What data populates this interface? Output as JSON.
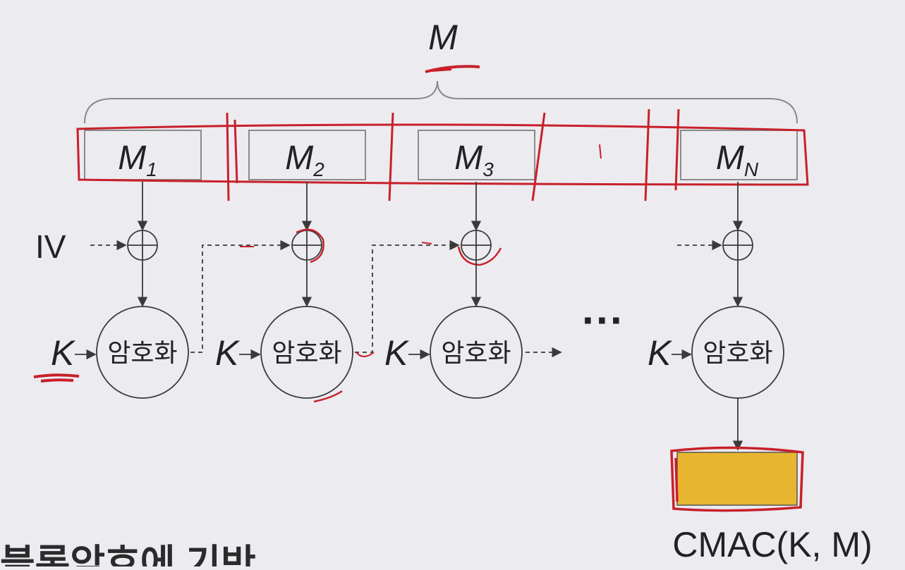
{
  "diagram": {
    "message_label": "M",
    "blocks": [
      {
        "base": "M",
        "sub": "1"
      },
      {
        "base": "M",
        "sub": "2"
      },
      {
        "base": "M",
        "sub": "3"
      },
      {
        "base": "M",
        "sub": "N"
      }
    ],
    "iv_label": "IV",
    "key_label": "K",
    "encrypt_label": "암호화",
    "ellipsis": "···",
    "output_label": "CMAC(K, M)",
    "bottom_text": "블록암호에 기반"
  },
  "colors": {
    "background": "#ecebf0",
    "ink": "#3a3a3a",
    "annotation": "#c8202a",
    "output_fill": "#e8b530"
  }
}
